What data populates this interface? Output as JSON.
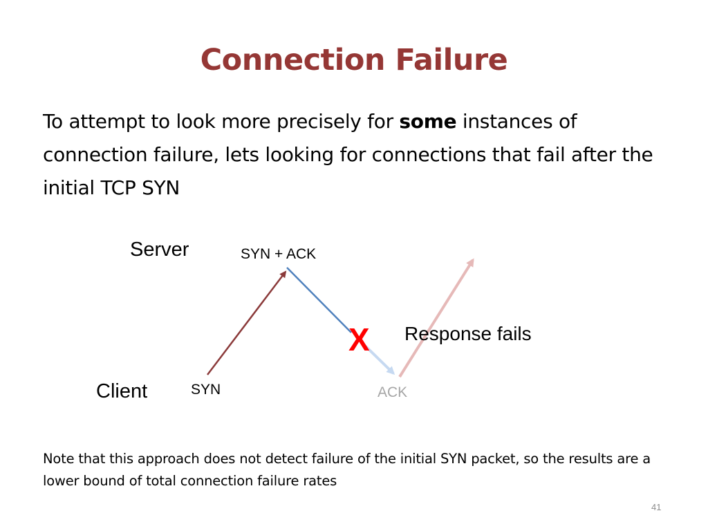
{
  "slide": {
    "title": "Connection Failure",
    "body": {
      "before_bold": "To attempt to look more precisely for ",
      "bold": "some",
      "after_bold": " instances of connection failure, lets looking for connections that fail after the initial TCP SYN"
    },
    "diagram": {
      "server_label": "Server",
      "client_label": "Client",
      "syn_label": "SYN",
      "syn_ack_label": "SYN + ACK",
      "ack_label": "ACK",
      "failure_mark": "X",
      "failure_label": "Response fails",
      "colors": {
        "syn_arrow": "#8b3a3a",
        "syn_ack_arrow": "#4f81bd",
        "faded_ack_arrow": "#c6d9f1",
        "faded_response_arrow": "#e6b9b8",
        "failure_mark": "#ff0000"
      }
    },
    "note": "Note that this approach does not detect failure of the initial SYN packet, so the results are a lower bound of total connection failure rates",
    "page_number": "41"
  }
}
